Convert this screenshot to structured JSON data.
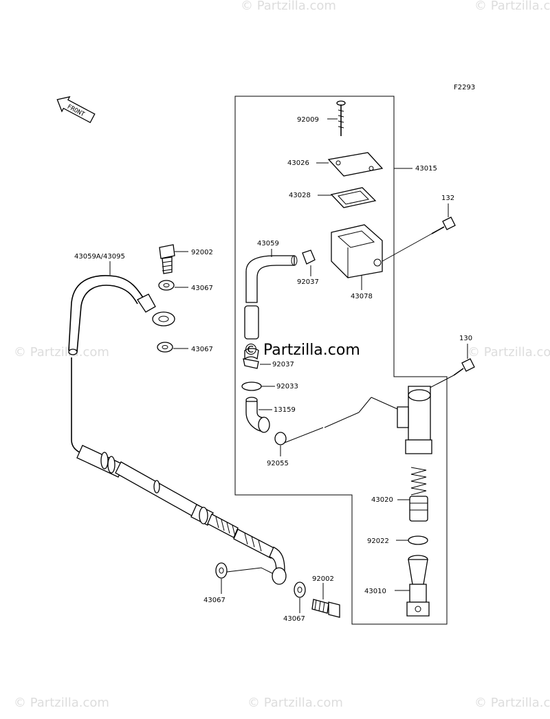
{
  "figure_code": "F2293",
  "front_label": "FRONT",
  "watermark_center": "© Partzilla.com",
  "watermark_tile": "© Partzilla.com",
  "labels": {
    "p92009": "92009",
    "p43026": "43026",
    "p43015": "43015",
    "p43028": "43028",
    "p132": "132",
    "p43059": "43059",
    "p92037a": "92037",
    "p43078": "43078",
    "p43059A": "43059A/43095",
    "p92002a": "92002",
    "p43067a": "43067",
    "p43067b": "43067",
    "p92037b": "92037",
    "p130": "130",
    "p92033": "92033",
    "p13159": "13159",
    "p92055": "92055",
    "p43020": "43020",
    "p92022": "92022",
    "p92002b": "92002",
    "p43010": "43010",
    "p43067c": "43067",
    "p43067d": "43067"
  }
}
